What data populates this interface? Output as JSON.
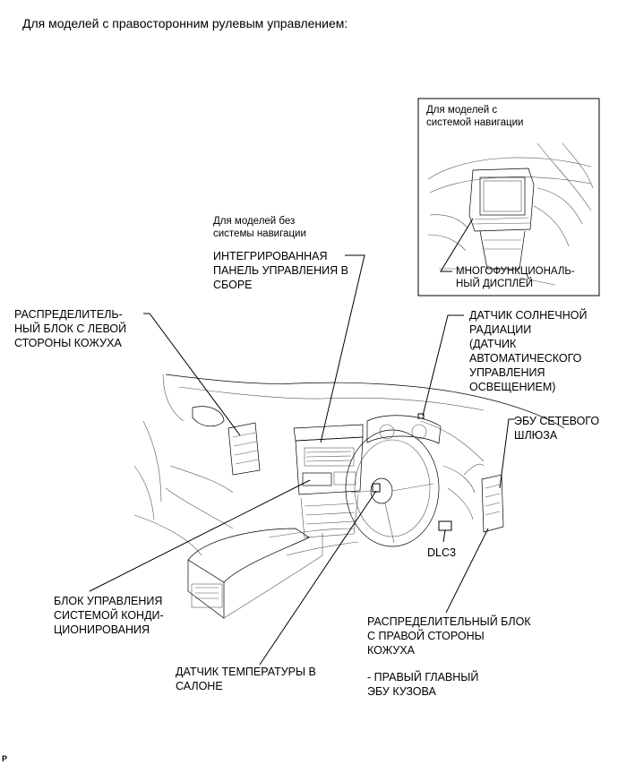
{
  "header": "Для моделей с правосторонним рулевым управлением:",
  "inset_note": "Для моделей с\nсистемой навигации",
  "inset_label": "МНОГОФУНКЦИОНАЛЬ-\nНЫЙ ДИСПЛЕЙ",
  "no_nav_note": "Для моделей без\nсистемы навигации",
  "labels": {
    "integrated_panel": "ИНТЕГРИРОВАННАЯ\nПАНЕЛЬ УПРАВЛЕНИЯ В\nСБОРЕ",
    "left_junction": "РАСПРЕДЕЛИТЕЛЬ-\nНЫЙ БЛОК С ЛЕВОЙ\nСТОРОНЫ КОЖУХА",
    "solar_sensor": "ДАТЧИК СОЛНЕЧНОЙ\nРАДИАЦИИ\n(ДАТЧИК\nАВТОМАТИЧЕСКОГО\nУПРАВЛЕНИЯ\nОСВЕЩЕНИЕМ)",
    "gateway_ecu": "ЭБУ СЕТЕВОГО\nШЛЮЗА",
    "dlc3": "DLC3",
    "ac_control": "БЛОК УПРАВЛЕНИЯ\nСИСТЕМОЙ КОНДИ-\nЦИОНИРОВАНИЯ",
    "room_temp": "ДАТЧИК ТЕМПЕРАТУРЫ В\nСАЛОНЕ",
    "right_junction": "РАСПРЕДЕЛИТЕЛЬНЫЙ БЛОК\nС ПРАВОЙ СТОРОНЫ\nКОЖУХА",
    "body_ecu": "- ПРАВЫЙ ГЛАВНЫЙ\nЭБУ КУЗОВА"
  },
  "corner_mark": "P"
}
